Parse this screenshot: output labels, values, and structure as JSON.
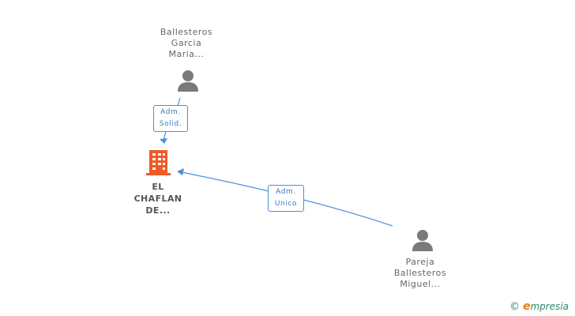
{
  "nodes": {
    "person_top": {
      "lines": [
        "Ballesteros",
        "Garcia",
        "Maria..."
      ]
    },
    "company": {
      "lines": [
        "EL",
        "CHAFLAN",
        "DE..."
      ]
    },
    "person_bottom": {
      "lines": [
        "Pareja",
        "Ballesteros",
        "Miguel..."
      ]
    }
  },
  "edges": {
    "top_to_company": {
      "lines": [
        "Adm.",
        "Solid."
      ]
    },
    "bottom_to_company": {
      "lines": [
        "Adm.",
        "Unico"
      ]
    }
  },
  "brand": {
    "copyright": "©",
    "e": "e",
    "name": "mpresia"
  },
  "colors": {
    "company_icon": "#f05a28",
    "person_icon": "#7a7a7a",
    "edge": "#4a90d9"
  }
}
